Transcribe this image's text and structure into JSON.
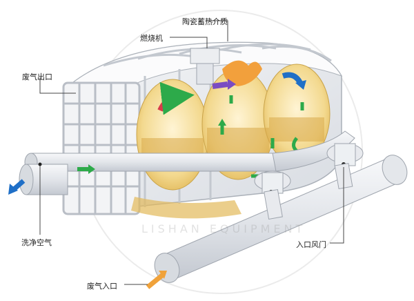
{
  "labels": {
    "ceramic_media": "陶瓷蓄热介质",
    "burner": "燃烧机",
    "exhaust_outlet": "废气出口",
    "clean_air": "洗净空气",
    "inlet_damper": "入口风门",
    "exhaust_inlet": "废气入口"
  },
  "watermark": "LISHAN EQUIPMENT",
  "colors": {
    "duct": "#e6e8ec",
    "frame": "#f0f1f3",
    "ceramic": "#e9c46a",
    "flame": "#f2a03c",
    "arrow_green": "#2daa4a",
    "arrow_blue": "#1f6fc7",
    "arrow_purple": "#7a4bc2",
    "arrow_red": "#d83b4a",
    "arrow_orange": "#f0a23a"
  }
}
